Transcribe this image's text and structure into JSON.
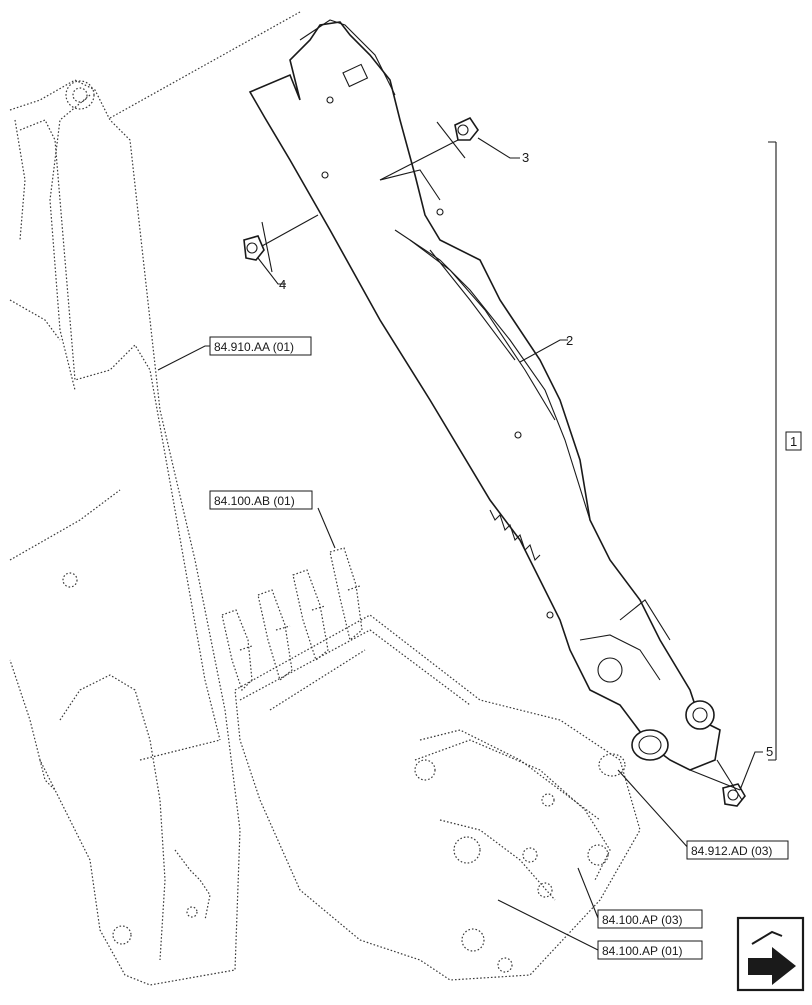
{
  "callouts": {
    "c1": "1",
    "c2": "2",
    "c3": "3",
    "c4": "4",
    "c5": "5"
  },
  "references": {
    "r_boom": "84.910.AA (01)",
    "r_teeth": "84.100.AB (01)",
    "r_bushing": "84.912.AD (03)",
    "r_link_a": "84.100.AP (03)",
    "r_link_b": "84.100.AP (01)"
  },
  "nav_icon": "next-page-arrow-icon"
}
